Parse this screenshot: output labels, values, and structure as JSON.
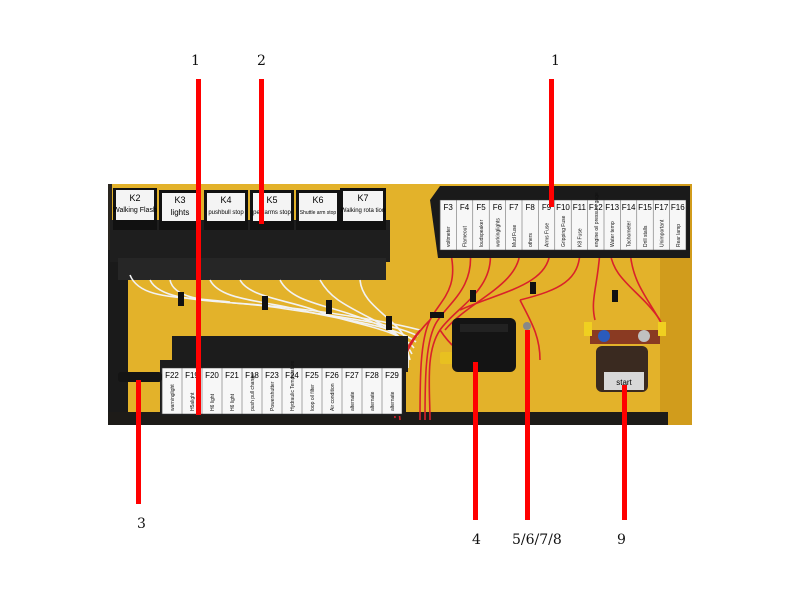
{
  "callouts": {
    "c1a": "1",
    "c2": "2",
    "c1b": "1",
    "c3": "3",
    "c4": "4",
    "c5": "5/6/7/8",
    "c9": "9"
  },
  "relays": [
    {
      "id": "K2",
      "text": "Walking Flash"
    },
    {
      "id": "K3",
      "text": "lights"
    },
    {
      "id": "K4",
      "text": "pushbull stop"
    },
    {
      "id": "K5",
      "text": "peelarms stop"
    },
    {
      "id": "K6",
      "text": "Shuttle arm stop"
    },
    {
      "id": "K7",
      "text": "Walking rota tion"
    }
  ],
  "fuses_right": [
    {
      "id": "F3",
      "text": "voltmeter"
    },
    {
      "id": "F4",
      "text": "Flameout"
    },
    {
      "id": "F5",
      "text": "loudspeaker"
    },
    {
      "id": "F6",
      "text": "workinglights"
    },
    {
      "id": "F7",
      "text": "Mud Fuse"
    },
    {
      "id": "F8",
      "text": "others"
    },
    {
      "id": "F9",
      "text": "Arms Fuse"
    },
    {
      "id": "F10",
      "text": "Gripping Fuse"
    },
    {
      "id": "F11",
      "text": "K8 Fuse"
    },
    {
      "id": "F12",
      "text": "engine oil pressure gage"
    },
    {
      "id": "F13",
      "text": "Water temp"
    },
    {
      "id": "F14",
      "text": "Tachometer"
    },
    {
      "id": "F15",
      "text": "Drill stalls"
    },
    {
      "id": "F17",
      "text": "Unimportant"
    },
    {
      "id": "F16",
      "text": "Rear lamp"
    }
  ],
  "fuses_left": [
    {
      "id": "F22",
      "text": "warninglight"
    },
    {
      "id": "F19",
      "text": "H5alight"
    },
    {
      "id": "F20",
      "text": "H6 light"
    },
    {
      "id": "F21",
      "text": "H6 light"
    },
    {
      "id": "F18",
      "text": "push pull change"
    },
    {
      "id": "F23",
      "text": "Powershutter"
    },
    {
      "id": "F24",
      "text": "Hydraulic Temperature"
    },
    {
      "id": "F25",
      "text": "loop oil filter"
    },
    {
      "id": "F26",
      "text": "Air condition"
    },
    {
      "id": "F27",
      "text": "alternate"
    },
    {
      "id": "F28",
      "text": "alternate"
    },
    {
      "id": "F29",
      "text": "alternate"
    }
  ],
  "starter_label": "start"
}
